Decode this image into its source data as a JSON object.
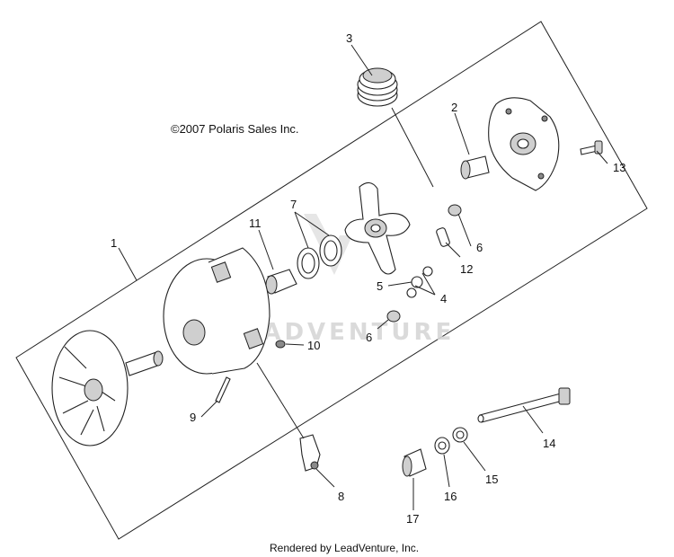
{
  "copyright": "©2007 Polaris Sales Inc.",
  "watermark": "LEADVENTURE",
  "footer": "Rendered by LeadVenture, Inc.",
  "callouts": {
    "c1": "1",
    "c2": "2",
    "c3": "3",
    "c4": "4",
    "c5": "5",
    "c6a": "6",
    "c6b": "6",
    "c7": "7",
    "c8": "8",
    "c9": "9",
    "c10": "10",
    "c11": "11",
    "c12": "12",
    "c13": "13",
    "c14": "14",
    "c15": "15",
    "c16": "16",
    "c17": "17"
  }
}
